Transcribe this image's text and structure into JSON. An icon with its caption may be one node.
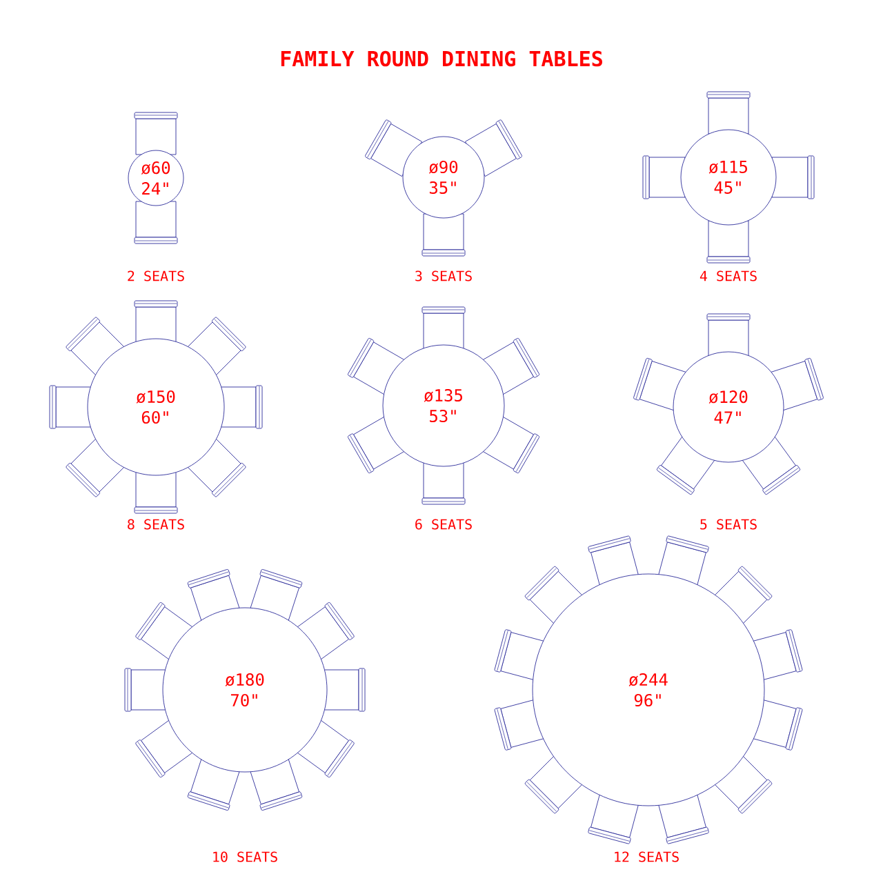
{
  "diagram": {
    "title": "FAMILY ROUND DINING TABLES",
    "nodes": [
      {
        "text": [
          "ø60",
          "24\""
        ]
      },
      {
        "text": [
          "ø90",
          "35\""
        ]
      },
      {
        "text": [
          "ø115",
          "45\""
        ]
      },
      {
        "text": [
          "ø150",
          "60\""
        ]
      },
      {
        "text": [
          "ø135",
          "53\""
        ]
      },
      {
        "text": [
          "ø120",
          "47\""
        ]
      },
      {
        "text": [
          "ø180",
          "70\""
        ]
      },
      {
        "text": [
          "ø244",
          "96\""
        ]
      }
    ],
    "edges": [],
    "labels": [
      "2 SEATS",
      "3 SEATS",
      "4 SEATS",
      "8 SEATS",
      "6 SEATS",
      "5 SEATS",
      "10 SEATS",
      "12 SEATS"
    ]
  }
}
